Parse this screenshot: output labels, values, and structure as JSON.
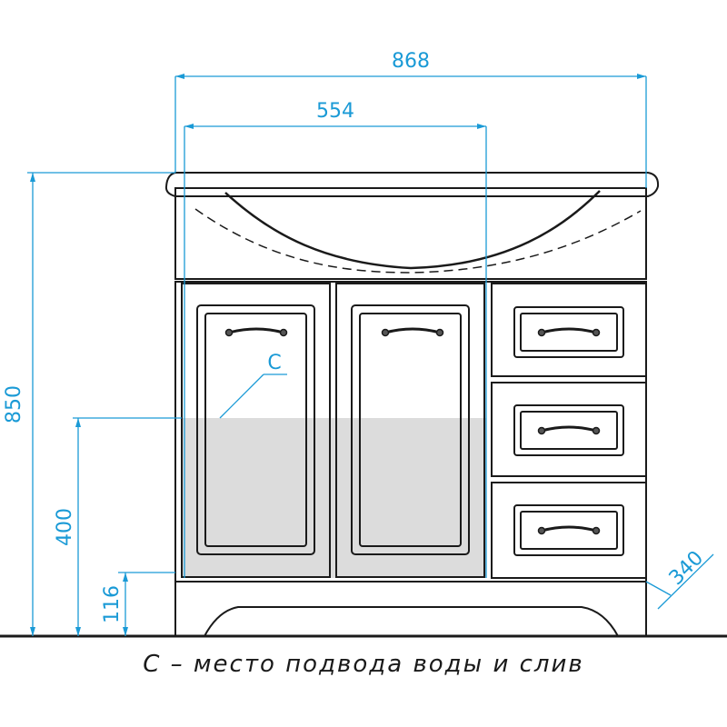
{
  "dimensions": {
    "overall_width": "868",
    "basin_width": "554",
    "height": "850",
    "connection_height": "400",
    "plinth_height": "116",
    "depth": "340"
  },
  "labels": {
    "connection_marker": "C"
  },
  "legend": {
    "note": "С – место подвода воды и слив"
  },
  "colors": {
    "dimension_lines": "#1a9ad6",
    "outline": "#1a1a1a",
    "connection_zone": "#dcdcdc"
  }
}
